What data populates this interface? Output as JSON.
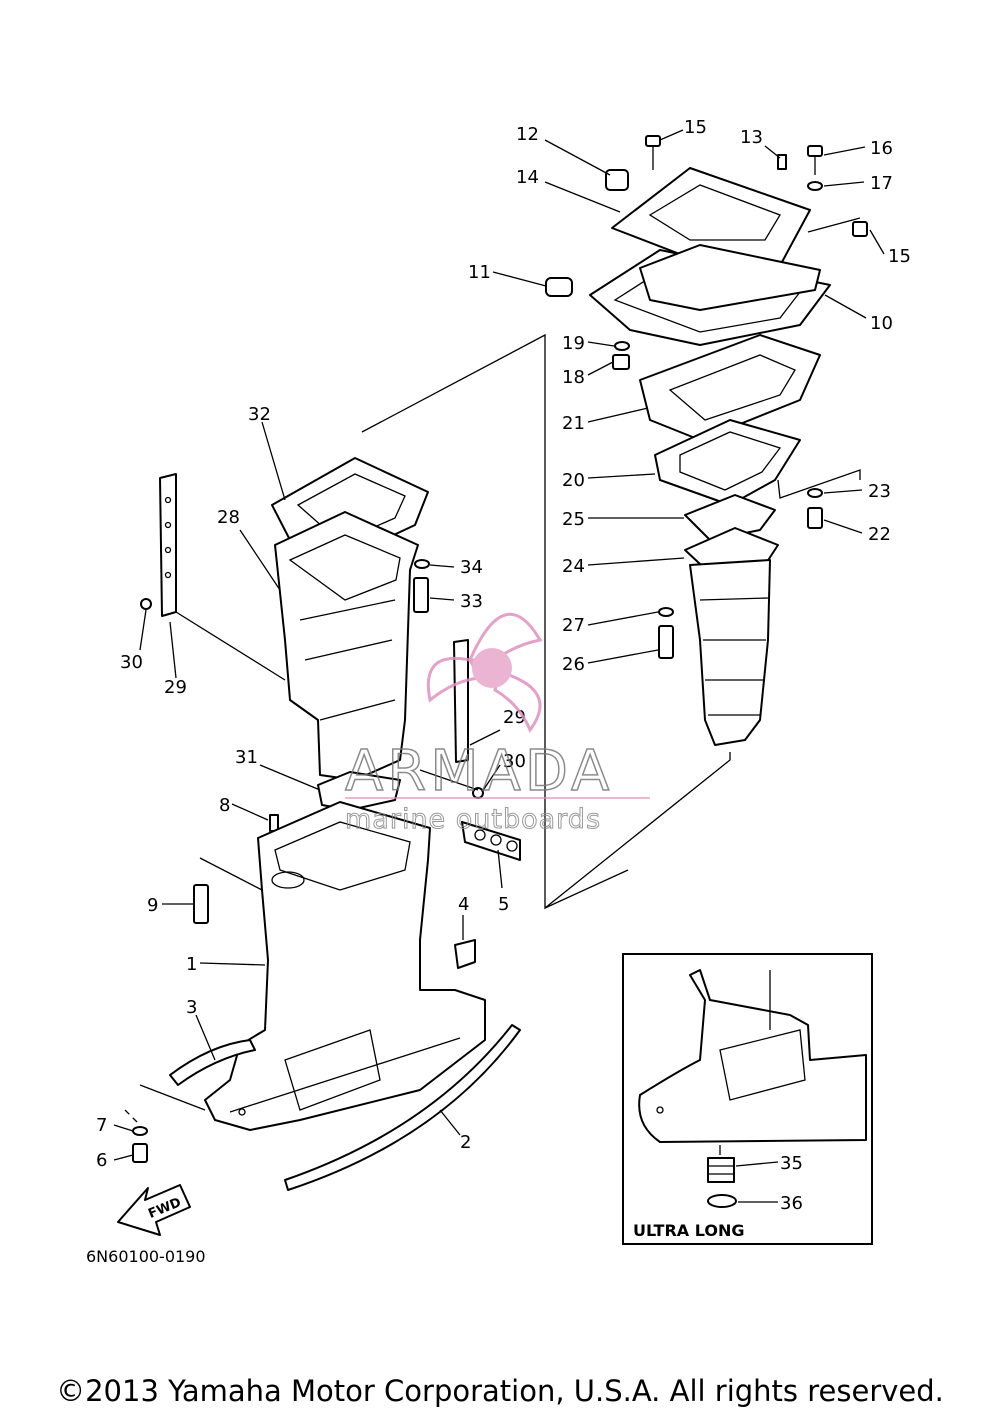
{
  "diagram": {
    "part_labels": [
      "1",
      "2",
      "3",
      "4",
      "5",
      "6",
      "7",
      "8",
      "9",
      "10",
      "11",
      "12",
      "13",
      "14",
      "15",
      "16",
      "17",
      "18",
      "19",
      "20",
      "21",
      "22",
      "23",
      "24",
      "25",
      "26",
      "27",
      "28",
      "29",
      "30",
      "31",
      "32",
      "33",
      "34",
      "35",
      "36"
    ],
    "drawing_code": "6N60100-0190",
    "direction_arrow_text": "FWD",
    "inset_label": "ULTRA LONG"
  },
  "watermark": {
    "brand": "ARMADA",
    "tagline": "marine outboards",
    "accent_color": "#e090c0"
  },
  "footer": {
    "copyright": "©2013 Yamaha Motor Corporation, U.S.A. All rights reserved."
  }
}
